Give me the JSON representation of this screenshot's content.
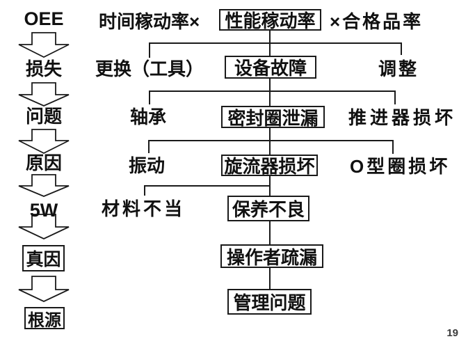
{
  "page": {
    "number": "19"
  },
  "colors": {
    "background": "#ffffff",
    "line": "#1a1a1a",
    "text": "#111111",
    "box_border": "#1a1a1a"
  },
  "left_flow": {
    "items": [
      {
        "label": "OEE",
        "boxed": false
      },
      {
        "label": "损失",
        "boxed": false
      },
      {
        "label": "问题",
        "boxed": false
      },
      {
        "label": "原因",
        "boxed": false
      },
      {
        "label": "5W",
        "boxed": false
      },
      {
        "label": "真因",
        "boxed": true
      },
      {
        "label": "根源",
        "boxed": true
      }
    ],
    "arrow_icon": "down-block-arrow"
  },
  "tree": {
    "row1": {
      "left": "时间稼动率×",
      "center": "性能稼动率",
      "right": "×合格品率"
    },
    "row2": {
      "left": "更换（工具）",
      "center": "设备故障",
      "right": "调整"
    },
    "row3": {
      "left": "轴承",
      "center": "密封圈泄漏",
      "right": "推进器损坏"
    },
    "row4": {
      "left": "振动",
      "center": "旋流器损坏",
      "right": "O型圈损坏"
    },
    "row5": {
      "left": "材料不当",
      "center": "保养不良"
    },
    "row6": {
      "center": "操作者疏漏"
    },
    "row7": {
      "center": "管理问题"
    }
  }
}
